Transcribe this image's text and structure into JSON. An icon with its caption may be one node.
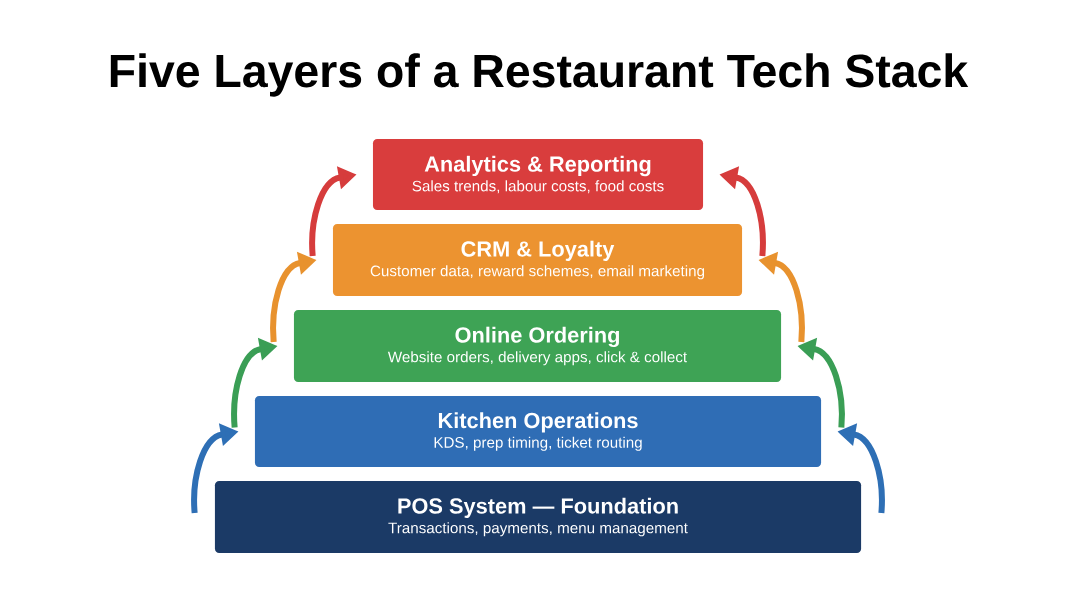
{
  "diagram": {
    "title": "Five Layers of a Restaurant Tech Stack",
    "nodes": [
      {
        "text": [
          "Analytics & Reporting",
          "Sales trends, labour costs, food costs"
        ]
      },
      {
        "text": [
          "CRM & Loyalty",
          "Customer data, reward schemes, email marketing"
        ]
      },
      {
        "text": [
          "Online Ordering",
          "Website orders, delivery apps, click & collect"
        ]
      },
      {
        "text": [
          "Kitchen Operations",
          "KDS, prep timing, ticket routing"
        ]
      },
      {
        "text": [
          "POS System — Foundation",
          "Transactions, payments, menu management"
        ]
      }
    ],
    "edges": [
      {
        "from": 4,
        "to": 3,
        "arrow": "to",
        "color": "#2e6fb5"
      },
      {
        "from": 4,
        "to": 3,
        "arrow": "to",
        "color": "#2e6fb5"
      },
      {
        "from": 3,
        "to": 2,
        "arrow": "to",
        "color": "#3a9e55"
      },
      {
        "from": 3,
        "to": 2,
        "arrow": "to",
        "color": "#3a9e55"
      },
      {
        "from": 2,
        "to": 1,
        "arrow": "to",
        "color": "#e8922e"
      },
      {
        "from": 2,
        "to": 1,
        "arrow": "to",
        "color": "#e8922e"
      },
      {
        "from": 1,
        "to": 0,
        "arrow": "to",
        "color": "#d63c3c"
      },
      {
        "from": 1,
        "to": 0,
        "arrow": "to",
        "color": "#d63c3c"
      }
    ]
  }
}
